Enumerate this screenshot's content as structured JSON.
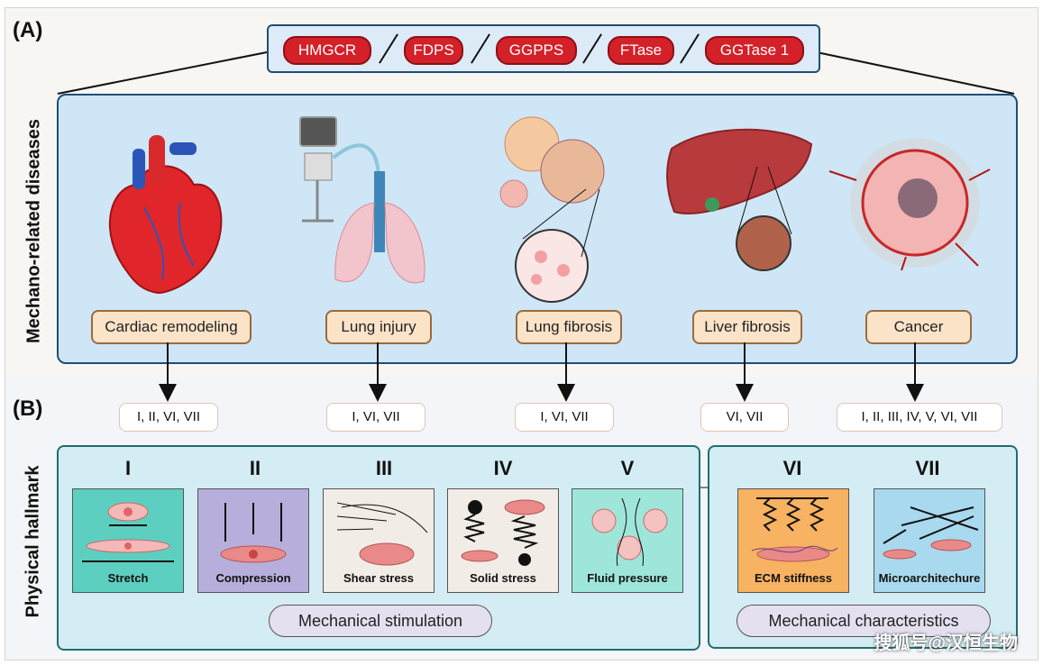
{
  "panel_a": {
    "label": "(A)",
    "side_label": "Mechano-related diseases",
    "enzymes": [
      "HMGCR",
      "FDPS",
      "GGPPS",
      "FTase",
      "GGTase 1"
    ],
    "diseases": [
      {
        "name": "Cardiac remodeling",
        "icon": "heart-icon"
      },
      {
        "name": "Lung injury",
        "icon": "ventilator-lungs-icon"
      },
      {
        "name": "Lung fibrosis",
        "icon": "fibrotic-lung-icon"
      },
      {
        "name": "Liver fibrosis",
        "icon": "liver-icon"
      },
      {
        "name": "Cancer",
        "icon": "tumor-icon"
      }
    ]
  },
  "panel_b": {
    "label": "(B)",
    "side_label": "Physical hallmark",
    "disease_hallmarks": [
      "I, II, VI, VII",
      "I, VI, VII",
      "I, VI, VII",
      "VI, VII",
      "I, II, III, IV, V, VI, VII"
    ],
    "hallmarks": [
      {
        "numeral": "I",
        "caption": "Stretch",
        "color": "#5ccfc0"
      },
      {
        "numeral": "II",
        "caption": "Compression",
        "color": "#b7aedb"
      },
      {
        "numeral": "III",
        "caption": "Shear stress",
        "color": "#f1ece6"
      },
      {
        "numeral": "IV",
        "caption": "Solid stress",
        "color": "#f1ece6"
      },
      {
        "numeral": "V",
        "caption": "Fluid pressure",
        "color": "#9fe6da"
      },
      {
        "numeral": "VI",
        "caption": "ECM stiffness",
        "color": "#f7b262"
      },
      {
        "numeral": "VII",
        "caption": "Microarchitechure",
        "color": "#a9d9ee"
      }
    ],
    "group_labels": {
      "stimulation": "Mechanical stimulation",
      "characteristics": "Mechanical characteristics"
    }
  },
  "watermark": "搜狐号@汉恒生物"
}
